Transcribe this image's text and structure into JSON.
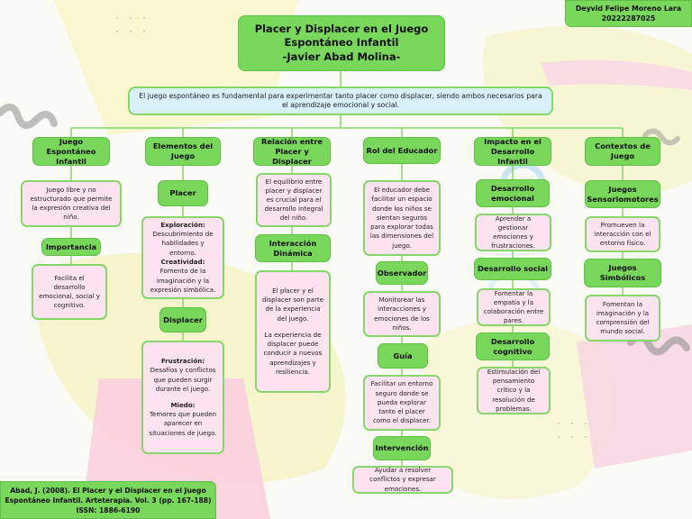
{
  "header": {
    "title_line1": "Placer y Displacer en el Juego",
    "title_line2": "Espontáneo Infantil",
    "title_line3": "-Javier Abad Molina-"
  },
  "author": {
    "name": "Deyvid Felipe Moreno Lara",
    "id": "20222287025"
  },
  "intro_text": "El juego espontáneo es fundamental para experimentar tanto placer como displacer, siendo ambos necesarios para el aprendizaje emocional y social.",
  "columns": {
    "c1": {
      "title": "Juego Espontáneo Infantil",
      "desc": "Juego libre y no estructurado que permite la expresión creativa del niño.",
      "sub_title": "Importancia",
      "sub_desc": "Facilita el desarrollo emocional, social y cognitivo."
    },
    "c2": {
      "title": "Elementos del Juego",
      "placer": "Placer",
      "exploracion_label": "Exploración:",
      "exploracion_text": "Descubrimiento de habilidades y entorno.",
      "creatividad_label": "Creatividad:",
      "creatividad_text": "Fomento de la imaginación y la expresión simbólica.",
      "displacer": "Displacer",
      "frustracion_label": "Frustración:",
      "frustracion_text": "Desafíos y conflictos que pueden surgir durante el juego.",
      "miedo_label": "Miedo:",
      "miedo_text": "Temores que pueden aparecer en situaciones de juego."
    },
    "c3": {
      "title": "Relación entre Placer y Displacer",
      "desc": "El equilibrio entre placer y displacer es crucial para el desarrollo integral del niño.",
      "sub_title": "Interacción Dinámica",
      "sub_desc1": "El placer y el displacer son parte de la experiencia del juego.",
      "sub_desc2": "La experiencia de displacer puede conducir a nuevos aprendizajes y resiliencia."
    },
    "c4": {
      "title": "Rol del Educador",
      "desc": "El educador debe facilitar un espacio donde los niños se sientan seguros para explorar todas las dimensiones del juego.",
      "observador": "Observador",
      "observador_desc": "Monitorear las interacciones y emociones de los niños.",
      "guia": "Guía",
      "guia_desc": "Facilitar un entorno seguro donde se pueda explorar tanto el placer como el displacer.",
      "intervencion": "Intervención",
      "intervencion_desc": "Ayudar a resolver conflictos y expresar emociones."
    },
    "c5": {
      "title": "Impacto en el Desarrollo Infantil",
      "emocional": "Desarrollo emocional",
      "emocional_desc": "Aprender a gestionar emociones y frustraciones.",
      "social": "Desarrollo social",
      "social_desc": "Fomentar la empatía y la colaboración entre pares.",
      "cognitivo": "Desarrollo cognitivo",
      "cognitivo_desc": "Estimulación del pensamiento crítico y la resolución de problemas."
    },
    "c6": {
      "title": "Contextos de Juego",
      "sensorio": "Juegos Sensoriomotores",
      "sensorio_desc": "Promueven la interacción con el entorno físico.",
      "simbolicos": "Juegos Simbólicos",
      "simbolicos_desc": "Fomentan la imaginación y la comprensión del mundo social."
    }
  },
  "reference": {
    "line1": "Abad, J. (2008). El Placer y el Displacer en el Juego",
    "line2": "Espontáneo Infantil. Arteterapia. Vol. 3 (pp. 167-188)",
    "line3": "ISSN: 1886-6190"
  },
  "colors": {
    "node_green": "#79d75c",
    "leaf_pink": "#fde3ef",
    "intro_blue": "#d9f0fb",
    "connector": "#86d66c"
  }
}
